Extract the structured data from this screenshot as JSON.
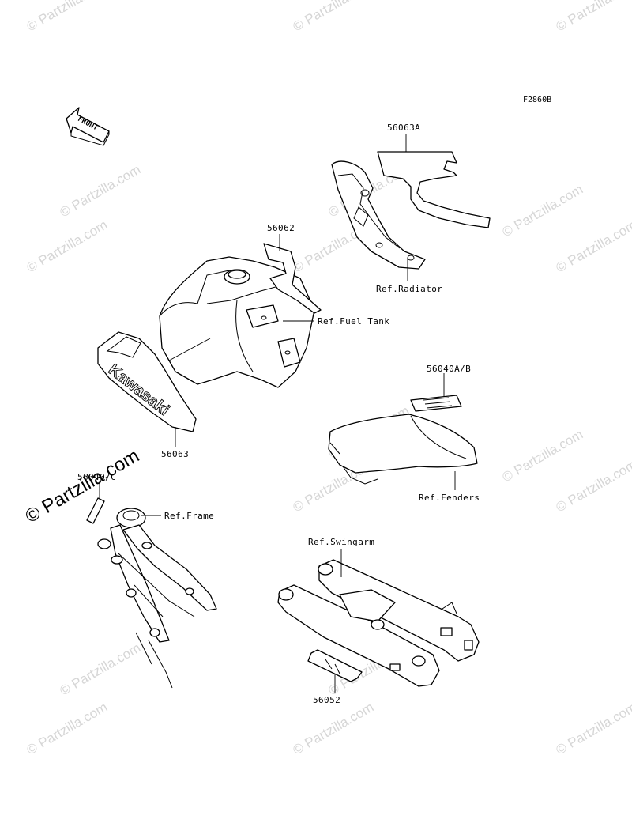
{
  "diagram": {
    "figure_code": "F2860B",
    "front_label": "FRONT",
    "watermarks": [
      "© Partzilla.com",
      "© Partzilla.com",
      "© Partzilla.com",
      "© Partzilla.com",
      "© Partzilla.com",
      "© Partzilla.com",
      "© Partzilla.com",
      "© Partzilla.com",
      "© Partzilla.com",
      "© Partzilla.com",
      "© Partzilla.com",
      "© Partzilla.com",
      "© Partzilla.com",
      "© Partzilla.com",
      "© Partzilla.com",
      "© Partzilla.com",
      "© Partzilla.com",
      "© Partzilla.com"
    ],
    "watermark_large": "© Partzilla.com",
    "tank_brand": "Kawasaki",
    "labels": {
      "p56063A": "56063A",
      "p56062": "56062",
      "p56063": "56063",
      "p56040AB": "56040A/B",
      "p56040C": "56040/C",
      "p56052": "56052",
      "ref_radiator": "Ref.Radiator",
      "ref_fuel_tank": "Ref.Fuel Tank",
      "ref_fenders": "Ref.Fenders",
      "ref_frame": "Ref.Frame",
      "ref_swingarm": "Ref.Swingarm"
    }
  }
}
